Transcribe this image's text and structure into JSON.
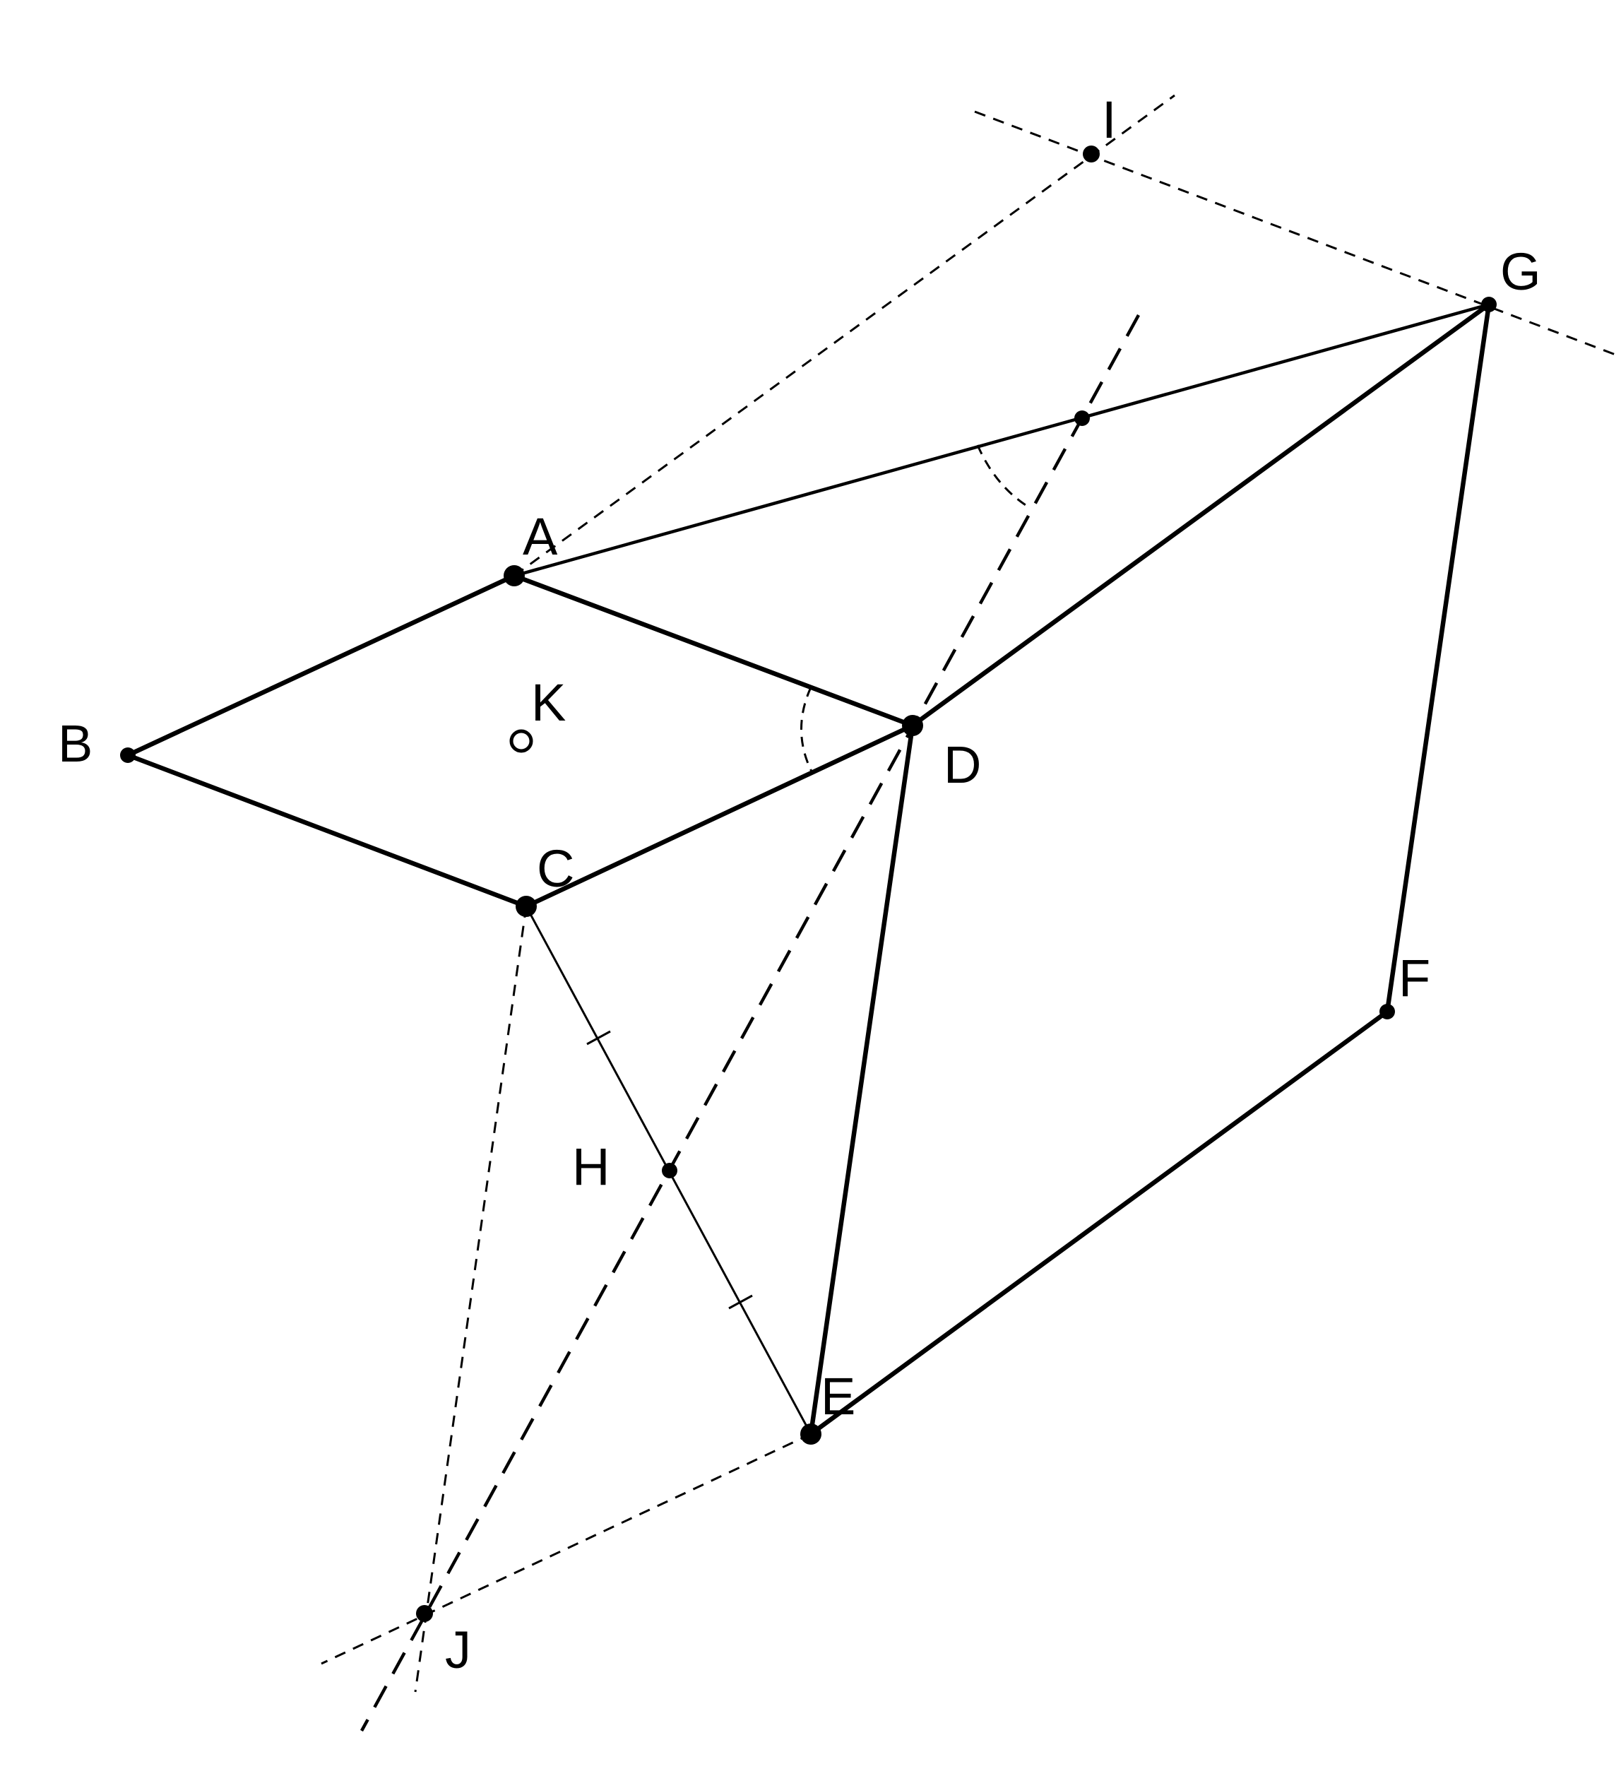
{
  "figure": {
    "labels": {
      "A": "A",
      "B": "B",
      "C": "C",
      "D": "D",
      "E": "E",
      "F": "F",
      "G": "G",
      "H": "H",
      "I": "I",
      "J": "J",
      "K": "K"
    },
    "colors": {
      "stroke": "#000000",
      "background": "#ffffff"
    }
  }
}
